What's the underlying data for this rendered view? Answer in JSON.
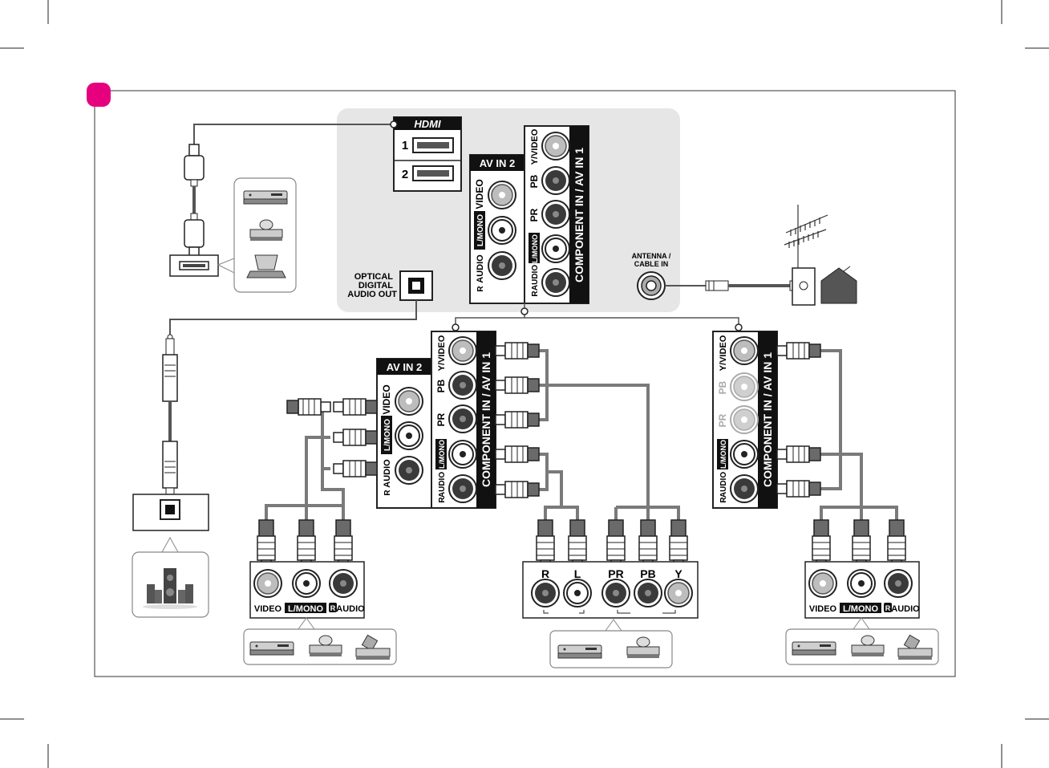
{
  "colors": {
    "panel": "#e6e6e6",
    "accent": "#e6007e",
    "cable": "#7a7a7a",
    "jack_dark": "#3a3a3a",
    "jack_grey": "#9a9a9a"
  },
  "hdmi": {
    "logo": "HDMI",
    "port1": "1",
    "port2": "2"
  },
  "optical": {
    "line1": "OPTICAL",
    "line2": "DIGITAL",
    "line3": "AUDIO OUT"
  },
  "av2": {
    "header": "AV IN 2",
    "video": "VIDEO",
    "audio": "AUDIO",
    "audio_r": "R",
    "lmono": "L/MONO"
  },
  "component": {
    "title": "COMPONENT IN / AV IN 1",
    "yvideo": "Y/VIDEO",
    "pb": "PB",
    "pr": "PR",
    "lmono": "L/MONO",
    "audio": "AUDIO",
    "audio_r": "R"
  },
  "antenna": {
    "line1": "ANTENNA /",
    "line2": "CABLE IN"
  },
  "device_panels": {
    "composite": {
      "video": "VIDEO",
      "lmono": "L/MONO",
      "audio_r": "R",
      "audio": "AUDIO"
    },
    "component": {
      "r": "R",
      "l": "L",
      "pr": "PR",
      "pb": "PB",
      "y": "Y"
    }
  },
  "icons": [
    "hdmi-plug-icon",
    "dvd-player-icon",
    "disc-player-icon",
    "laptop-icon",
    "optical-plug-icon",
    "speaker-system-icon",
    "antenna-icon",
    "house-icon",
    "vcr-icon",
    "rca-plug-icon"
  ]
}
